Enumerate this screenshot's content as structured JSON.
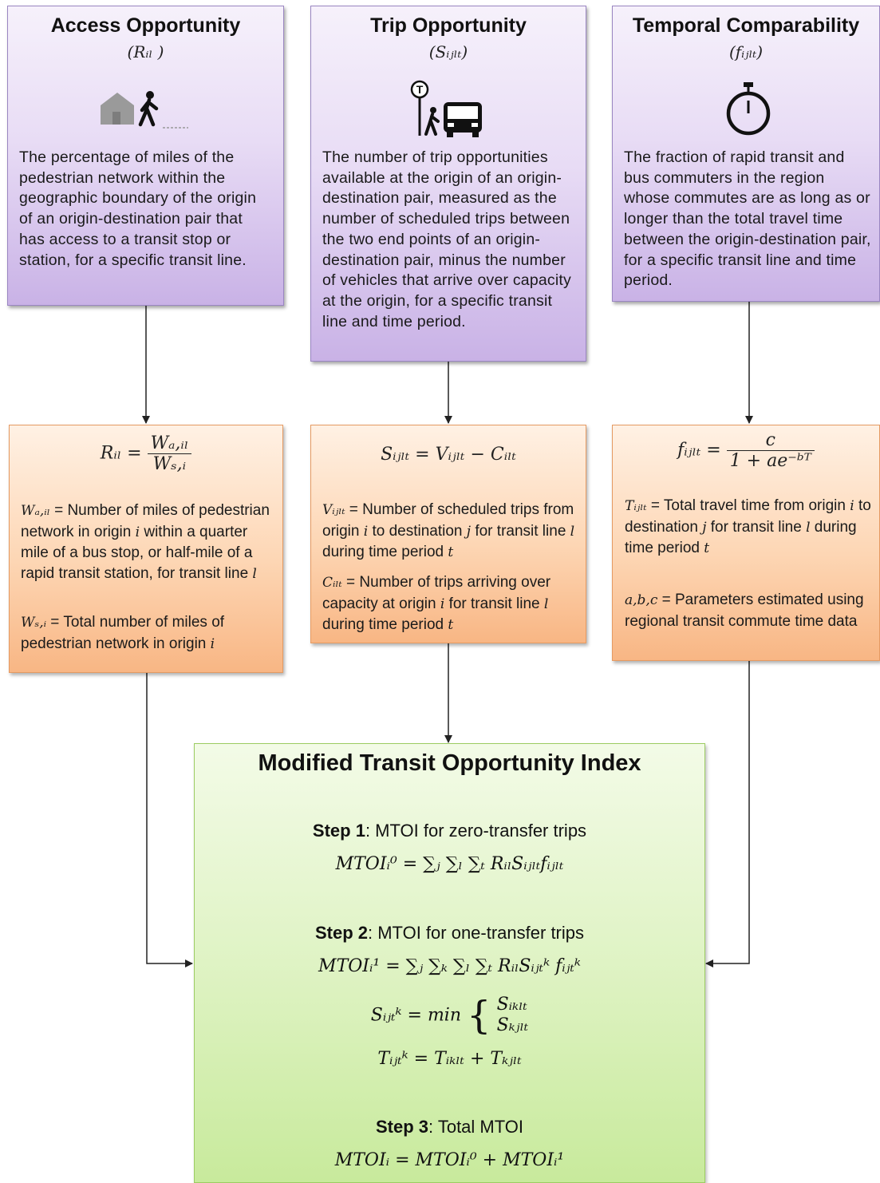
{
  "access": {
    "title": "Access Opportunity",
    "symbol": "(Rᵢₗ )",
    "description": "The percentage of miles of the pedestrian network within the geographic boundary of the origin of an origin-destination pair that has access to a transit stop or station, for a specific transit line.",
    "formula_lhs": "Rᵢₗ =",
    "formula_num": "Wₐ,ᵢₗ",
    "formula_den": "Wₛ,ᵢ",
    "def1_sym": "Wₐ,ᵢₗ",
    "def1_text": " = Number of miles of pedestrian network in origin ",
    "def1_var": "i",
    "def1_text2": " within a quarter mile of a bus stop, or half-mile of a rapid transit station, for transit line ",
    "def1_var2": "l",
    "def2_sym": "Wₛ,ᵢ",
    "def2_text": " = Total number of miles of pedestrian network in origin ",
    "def2_var": "i"
  },
  "trip": {
    "title": "Trip Opportunity",
    "symbol": "(Sᵢⱼₗₜ)",
    "description": "The number of trip opportunities available at the origin of an origin-destination pair, measured as the number of scheduled trips between the two end points of an origin-destination pair, minus the number of vehicles that arrive over capacity at the origin, for a specific transit line and time period.",
    "formula": "Sᵢⱼₗₜ = Vᵢⱼₗₜ − Cᵢₗₜ",
    "def1_sym": "Vᵢⱼₗₜ",
    "def1_text": " = Number of scheduled trips from origin ",
    "def1_i": "i",
    "def1_mid": " to destination ",
    "def1_j": "j",
    "def1_mid2": " for transit line ",
    "def1_l": "l",
    "def1_mid3": " during time period ",
    "def1_t": "t",
    "def2_sym": "Cᵢₗₜ",
    "def2_text": " = Number of trips arriving over capacity at origin ",
    "def2_i": "i",
    "def2_mid": " for transit line ",
    "def2_l": "l",
    "def2_mid2": " during time period ",
    "def2_t": "t"
  },
  "temporal": {
    "title": "Temporal Comparability",
    "symbol": "(fᵢⱼₗₜ)",
    "description": "The fraction of rapid transit and bus commuters in the region whose commutes are as long as or longer than the total travel time between the origin-destination pair, for a specific transit line and time period.",
    "formula_lhs": "fᵢⱼₗₜ =",
    "formula_num": "c",
    "formula_den": "1 + ae⁻ᵇᵀ",
    "def1_sym": "Tᵢⱼₗₜ",
    "def1_text": " = Total travel time from origin ",
    "def1_i": "i",
    "def1_mid": " to destination ",
    "def1_j": "j",
    "def1_mid2": " for transit line ",
    "def1_l": "l",
    "def1_mid3": " during time period ",
    "def1_t": "t",
    "def2_sym": "a,b,c",
    "def2_text": " = Parameters estimated using regional transit commute time data"
  },
  "mtoi": {
    "title": "Modified Transit Opportunity Index",
    "step1_label": "Step 1",
    "step1_text": ": MTOI for zero-transfer trips",
    "step1_eq": "MTOIᵢ⁰ = ∑ⱼ ∑ₗ ∑ₜ RᵢₗSᵢⱼₗₜfᵢⱼₗₜ",
    "step2_label": "Step 2",
    "step2_text": ": MTOI for one-transfer trips",
    "step2_eq1": "MTOIᵢ¹ = ∑ⱼ ∑ₖ ∑ₗ ∑ₜ RᵢₗSᵢⱼₜᵏ fᵢⱼₜᵏ",
    "step2_eq2_lhs": "Sᵢⱼₜᵏ = min",
    "step2_eq2_a": "Sᵢₖₗₜ",
    "step2_eq2_b": "Sₖⱼₗₜ",
    "step2_eq3": "Tᵢⱼₜᵏ = Tᵢₖₗₜ + Tₖⱼₗₜ",
    "step3_label": "Step 3",
    "step3_text": ": Total MTOI",
    "step3_eq": "MTOIᵢ = MTOIᵢ⁰ + MTOIᵢ¹"
  },
  "colors": {
    "purple": "#e2d3f3",
    "orange": "#fcc99e",
    "green": "#d9f0b8",
    "arrow": "#222222"
  }
}
